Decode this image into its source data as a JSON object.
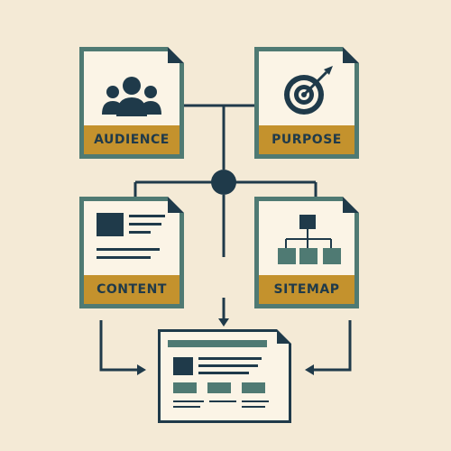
{
  "diagram": {
    "cards": {
      "audience": {
        "label": "AUDIENCE",
        "icon": "people-icon"
      },
      "purpose": {
        "label": "PURPOSE",
        "icon": "target-icon"
      },
      "content": {
        "label": "CONTENT",
        "icon": "document-lines-icon"
      },
      "sitemap": {
        "label": "SITEMAP",
        "icon": "hierarchy-icon"
      }
    },
    "output": {
      "icon": "webpage-layout-icon"
    },
    "colors": {
      "background": "#f4ead6",
      "frame": "#4f7a73",
      "band": "#c4922d",
      "ink": "#1f3a4a",
      "paper": "#fbf4e6"
    }
  }
}
